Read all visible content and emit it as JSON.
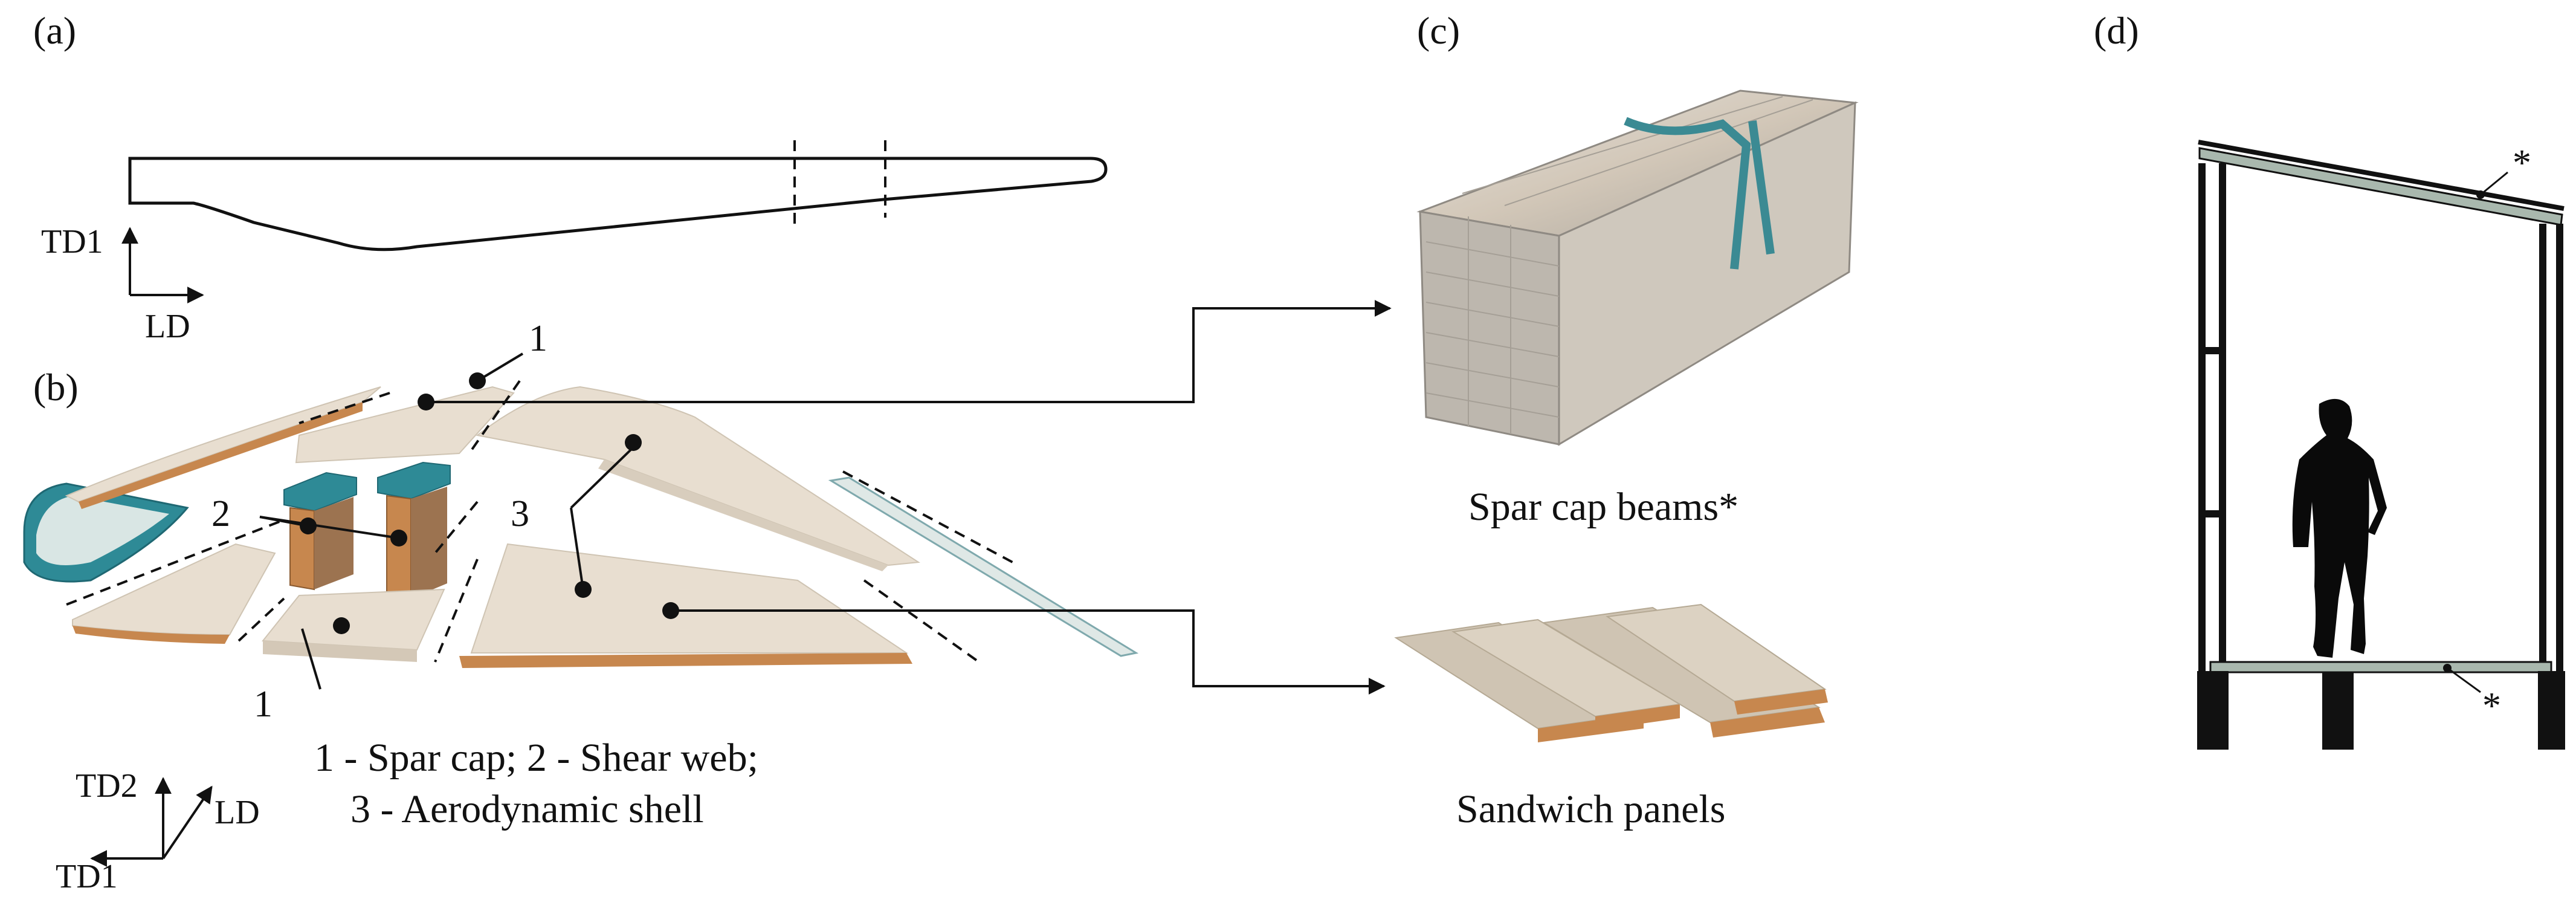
{
  "panels": {
    "a": "(a)",
    "b": "(b)",
    "c": "(c)",
    "d": "(d)"
  },
  "axes": {
    "a_vertical": "TD1",
    "a_horizontal": "LD",
    "b_up": "TD2",
    "b_diagonal": "LD",
    "b_left": "TD1"
  },
  "markers": {
    "spar_cap": "1",
    "shear_web": "2",
    "aero_shell": "3",
    "asterisk": "*"
  },
  "legend": {
    "line1": "1 - Spar cap; 2 - Shear web;",
    "line2": "3 - Aerodynamic shell"
  },
  "products": {
    "spar_cap_beams": "Spar cap beams*",
    "sandwich_panels": "Sandwich panels"
  },
  "colors": {
    "outline": "#111111",
    "shell_beige": "#e8ded0",
    "shell_shadow": "#cfc4b3",
    "balsa_core": "#c7874e",
    "spar_teal": "#2e8a96",
    "spar_teal_dark": "#1f6873",
    "shelter_frame": "#111111",
    "panel_green": "#a9b8ae",
    "silhouette": "#0a0a0a"
  }
}
